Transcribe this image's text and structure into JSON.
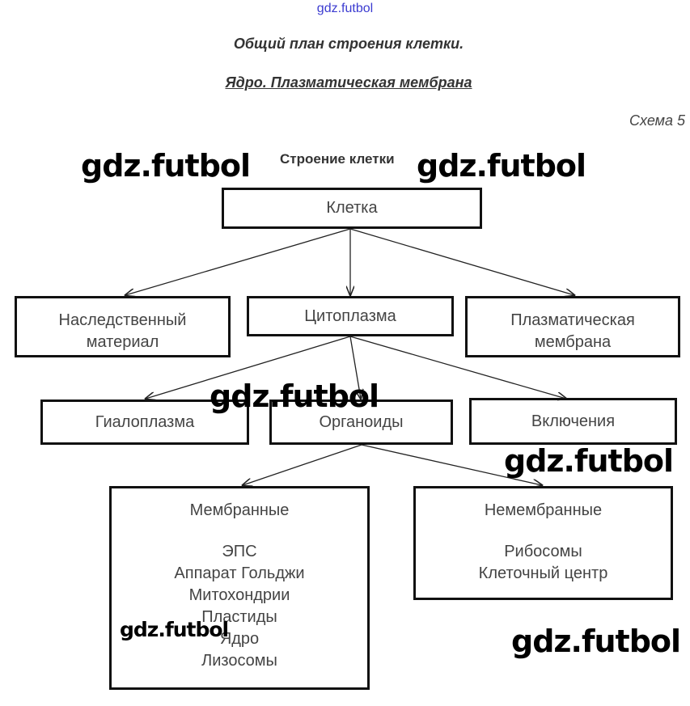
{
  "header": {
    "site_link": "gdz.futbol",
    "title": "Общий план строения клетки.",
    "subtitle": "Ядро. Плазматическая мембрана",
    "scheme_label": "Схема 5"
  },
  "diagram": {
    "title": "Строение клетки",
    "root": "Клетка",
    "level1": [
      "Наследственный материал",
      "Цитоплазма",
      "Плазматическая мембрана"
    ],
    "level2": [
      "Гиалоплазма",
      "Органоиды",
      "Включения"
    ],
    "membrane": {
      "title": "Мембранные",
      "items": [
        "ЭПС",
        "Аппарат Гольджи",
        "Митохондрии",
        "Пластиды",
        "Ядро",
        "Лизосомы"
      ]
    },
    "nonmembrane": {
      "title": "Немембранные",
      "items": [
        "Рибосомы",
        "Клеточный центр"
      ]
    }
  },
  "watermarks": [
    "gdz.futbol",
    "gdz.futbol",
    "gdz.futbol",
    "gdz.futbol",
    "gdz.futbol",
    "gdz.futbol"
  ]
}
